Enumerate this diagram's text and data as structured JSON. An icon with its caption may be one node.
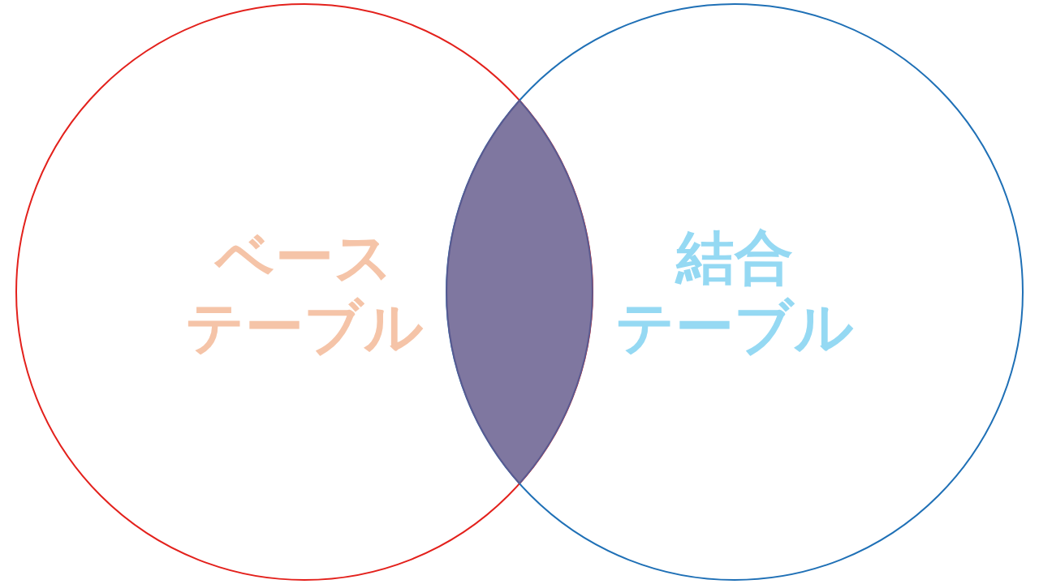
{
  "diagram": {
    "nodes": [
      {
        "text": [
          "ベーステーブル"
        ]
      },
      {
        "text": [
          "結合テーブル"
        ]
      },
      {
        "text": [],
        "shape": "lens"
      }
    ]
  }
}
